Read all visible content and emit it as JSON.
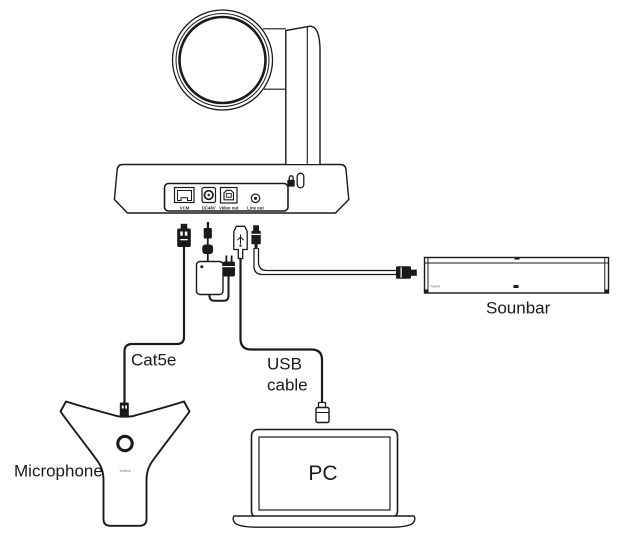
{
  "diagram": {
    "camera": {
      "ports": [
        {
          "id": "vcm",
          "label": "VCM"
        },
        {
          "id": "dc48v",
          "label": "DC48V"
        },
        {
          "id": "video-out",
          "label": "Video out"
        },
        {
          "id": "line-out",
          "label": "Line out"
        }
      ]
    },
    "labels": {
      "cat5e": "Cat5e",
      "usb_cable_line1": "USB",
      "usb_cable_line2": "cable",
      "microphone": "Microphone",
      "pc": "PC",
      "soundbar": "Sounbar"
    },
    "branding": {
      "microphone": "Yealink",
      "soundbar": "Yealink"
    },
    "colors": {
      "line": "#1a1a1a",
      "background": "#ffffff"
    }
  }
}
